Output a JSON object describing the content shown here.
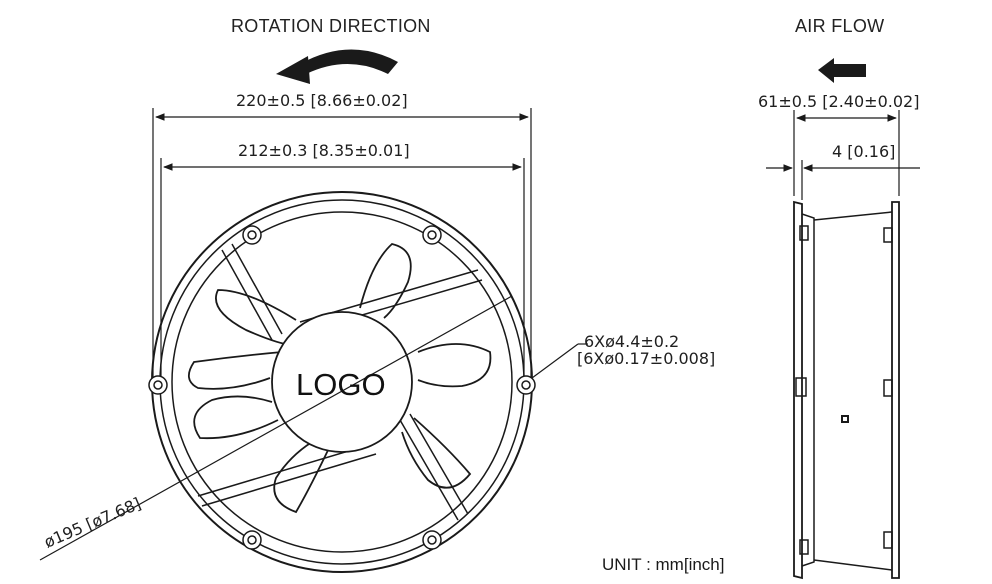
{
  "front_view": {
    "rotation_title": "ROTATION DIRECTION",
    "rotation_icon": "curved-arrow-counterclockwise-icon",
    "overall_width": "220±0.5 [8.66±0.02]",
    "hole_spacing": "212±0.3 [8.35±0.01]",
    "mount_holes_mm": "6Xø4.4±0.2",
    "mount_holes_inch": "[6Xø0.17±0.008]",
    "diameter": "ø195 [ø7.68]",
    "logo_text": "LOGO",
    "blade_count": 7,
    "mount_hole_count": 6
  },
  "side_view": {
    "airflow_title": "AIR FLOW",
    "airflow_icon": "arrow-left-icon",
    "depth": "61±0.5 [2.40±0.02]",
    "flange_thickness": "4 [0.16]"
  },
  "unit_note": "UNIT : mm[inch]",
  "colors": {
    "line": "#1a1a1a",
    "background": "#ffffff"
  }
}
